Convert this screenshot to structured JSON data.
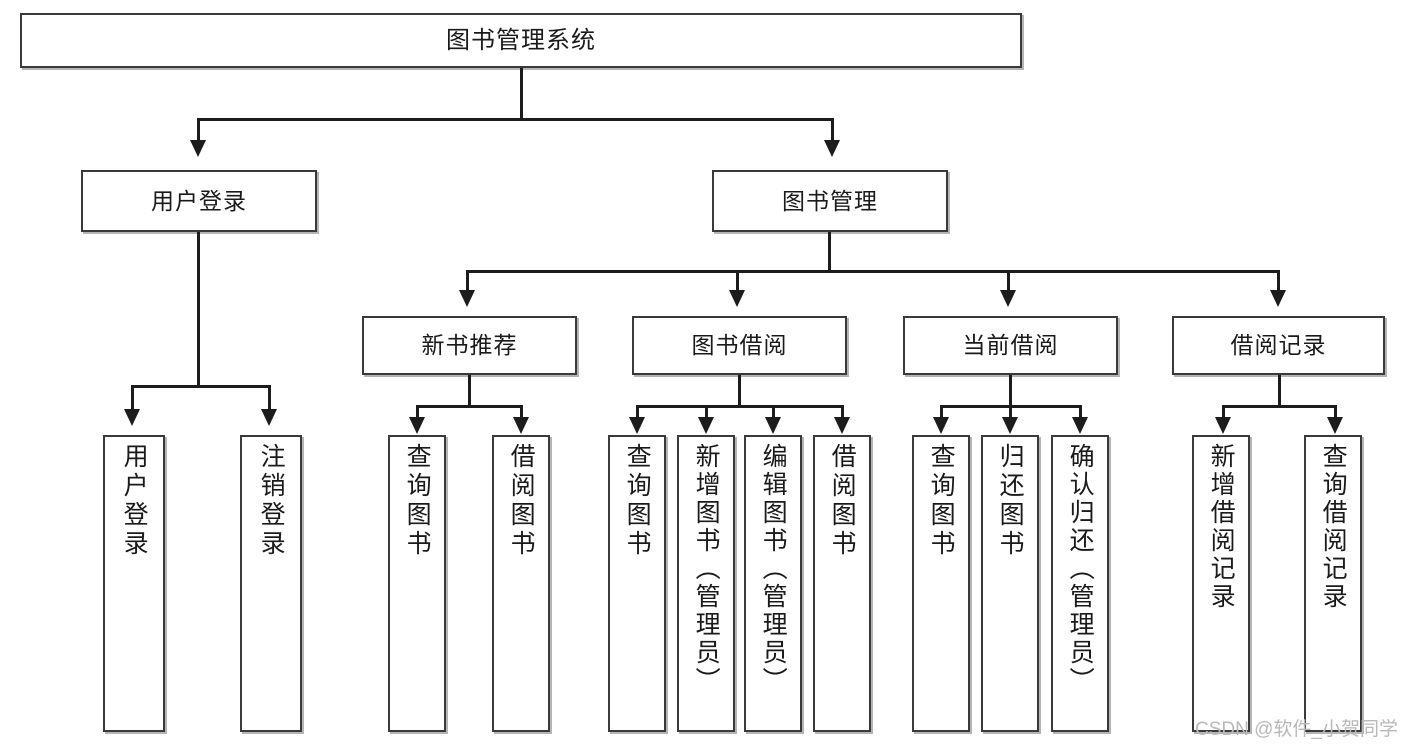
{
  "diagram": {
    "type": "tree",
    "title": "图书管理系统",
    "watermark": "CSDN @软件_小贺同学",
    "colors": {
      "box_border": "#3a3a3a",
      "box_fill": "#ffffff",
      "connector": "#1c1c1c",
      "text": "#1a1a1a",
      "watermark": "#b9b9b9",
      "background": "#ffffff"
    },
    "root": {
      "label": "图书管理系统"
    },
    "level2": [
      {
        "id": "user-login",
        "label": "用户登录"
      },
      {
        "id": "book-manage",
        "label": "图书管理"
      }
    ],
    "level3": [
      {
        "id": "new-book-recommend",
        "label": "新书推荐",
        "parent": "book-manage"
      },
      {
        "id": "book-borrow",
        "label": "图书借阅",
        "parent": "book-manage"
      },
      {
        "id": "current-borrow",
        "label": "当前借阅",
        "parent": "book-manage"
      },
      {
        "id": "borrow-record",
        "label": "借阅记录",
        "parent": "book-manage"
      }
    ],
    "leaves": [
      {
        "id": "leaf-user-login",
        "label": "用户登录",
        "parent": "user-login"
      },
      {
        "id": "leaf-user-logout",
        "label": "注销登录",
        "parent": "user-login"
      },
      {
        "id": "leaf-query-book-1",
        "label": "查询图书",
        "parent": "new-book-recommend"
      },
      {
        "id": "leaf-borrow-book-1",
        "label": "借阅图书",
        "parent": "new-book-recommend"
      },
      {
        "id": "leaf-query-book-2",
        "label": "查询图书",
        "parent": "book-borrow"
      },
      {
        "id": "leaf-add-book",
        "label": "新增图书（管理员）",
        "parent": "book-borrow"
      },
      {
        "id": "leaf-edit-book",
        "label": "编辑图书（管理员）",
        "parent": "book-borrow"
      },
      {
        "id": "leaf-borrow-book-2",
        "label": "借阅图书",
        "parent": "book-borrow"
      },
      {
        "id": "leaf-query-book-3",
        "label": "查询图书",
        "parent": "current-borrow"
      },
      {
        "id": "leaf-return-book",
        "label": "归还图书",
        "parent": "current-borrow"
      },
      {
        "id": "leaf-confirm-return",
        "label": "确认归还（管理员）",
        "parent": "current-borrow"
      },
      {
        "id": "leaf-add-record",
        "label": "新增借阅记录",
        "parent": "borrow-record"
      },
      {
        "id": "leaf-query-record",
        "label": "查询借阅记录",
        "parent": "borrow-record"
      }
    ]
  }
}
